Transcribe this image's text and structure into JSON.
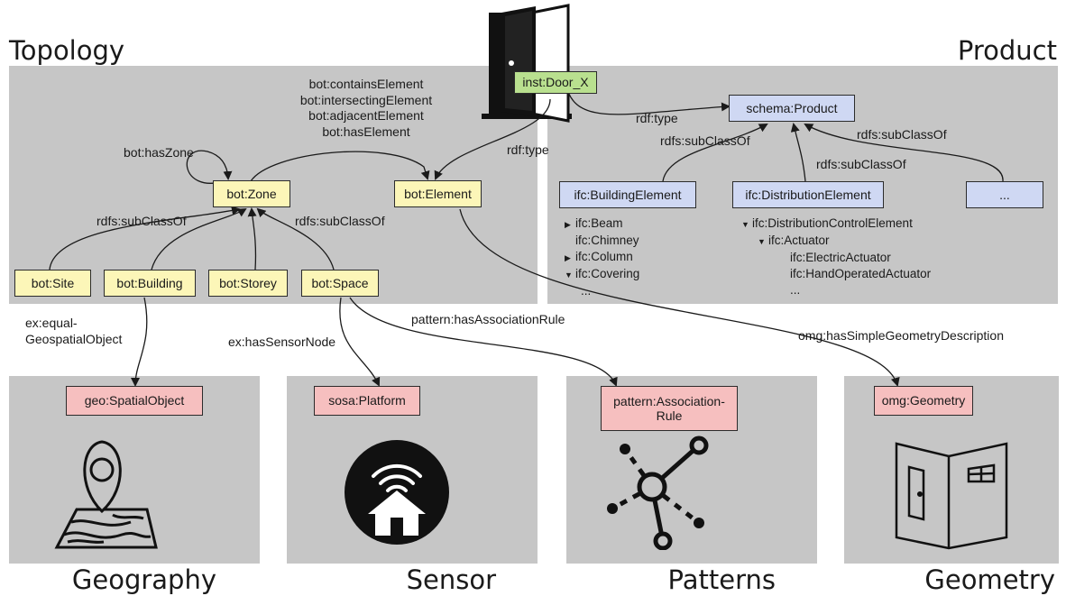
{
  "panels": {
    "topology": "Topology",
    "product": "Product",
    "geography": "Geography",
    "sensor": "Sensor",
    "patterns": "Patterns",
    "geometry": "Geometry"
  },
  "nodes": {
    "door": "inst:Door_X",
    "zone": "bot:Zone",
    "element": "bot:Element",
    "site": "bot:Site",
    "building": "bot:Building",
    "storey": "bot:Storey",
    "space": "bot:Space",
    "product": "schema:Product",
    "building_element": "ifc:BuildingElement",
    "distribution_element": "ifc:DistributionElement",
    "more": "...",
    "spatial_object": "geo:SpatialObject",
    "platform": "sosa:Platform",
    "association_rule": "pattern:Association-\nRule",
    "geometry": "omg:Geometry"
  },
  "edges": {
    "bot_element_props": "bot:containsElement\nbot:intersectingElement\nbot:adjacentElement\nbot:hasElement",
    "has_zone": "bot:hasZone",
    "zone_subclass_left": "rdfs:subClassOf",
    "zone_subclass_right": "rdfs:subClassOf",
    "door_type_element": "rdf:type",
    "door_type_product": "rdf:type",
    "product_subclass_left": "rdfs:subClassOf",
    "product_subclass_mid": "rdfs:subClassOf",
    "product_subclass_right": "rdfs:subClassOf",
    "equal_geospatial": "ex:equal-\nGeospatialObject",
    "has_sensor_node": "ex:hasSensorNode",
    "has_association_rule": "pattern:hasAssociationRule",
    "has_geometry": "omg:hasSimpleGeometryDescription"
  },
  "building_element_tree": [
    {
      "marker": "right",
      "text": "ifc:Beam"
    },
    {
      "marker": "none",
      "text": "ifc:Chimney"
    },
    {
      "marker": "right",
      "text": "ifc:Column"
    },
    {
      "marker": "down",
      "text": "ifc:Covering"
    },
    {
      "marker": "none",
      "text": "..."
    }
  ],
  "distribution_element_tree": [
    {
      "marker": "down",
      "indent": 0,
      "text": "ifc:DistributionControlElement"
    },
    {
      "marker": "down",
      "indent": 1,
      "text": "ifc:Actuator"
    },
    {
      "marker": "none",
      "indent": 2,
      "text": "ifc:ElectricActuator"
    },
    {
      "marker": "none",
      "indent": 2,
      "text": "ifc:HandOperatedActuator"
    },
    {
      "marker": "none",
      "indent": 2,
      "text": "..."
    }
  ],
  "colors": {
    "panel": "#c6c6c6",
    "topology_node": "#fcf6b8",
    "product_node": "#cfd8f3",
    "external_node": "#f6bfbf",
    "instance_node": "#b9e08f"
  },
  "icons": [
    "door-icon",
    "map-pin-icon",
    "smart-home-icon",
    "network-pattern-icon",
    "room-geometry-icon"
  ]
}
